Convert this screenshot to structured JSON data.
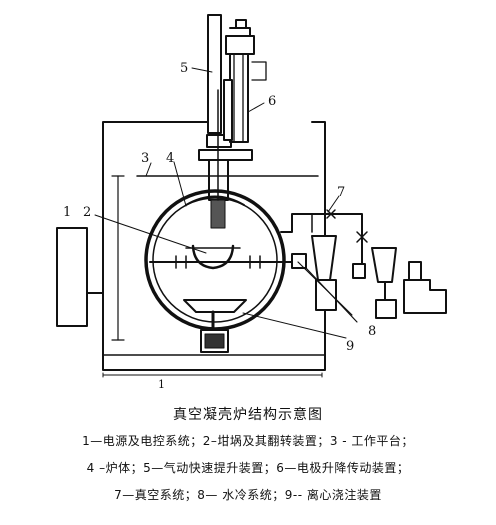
{
  "diagram": {
    "labels": {
      "l1": "1",
      "l2": "2",
      "l3": "3",
      "l4": "4",
      "l5": "5",
      "l6": "6",
      "l7": "7",
      "l8": "8",
      "l9": "9",
      "dim": "1"
    }
  },
  "caption": {
    "title": "真空凝壳炉结构示意图",
    "lines": [
      "1—电源及电控系统；2–坩埚及其翻转装置；3 - 工作平台；",
      "4 –炉体；5—气动快速提升装置；6—电极升降传动装置；",
      "7—真空系统；8— 水冷系统；9-- 离心浇注装置"
    ]
  }
}
